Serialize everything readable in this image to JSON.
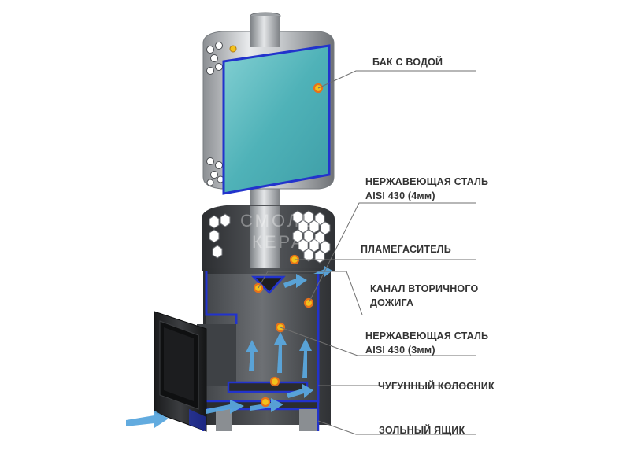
{
  "labels": {
    "tank": "БАК С ВОДОЙ",
    "steel4_line1": "НЕРЖАВЕЮЩАЯ СТАЛЬ",
    "steel4_line2": "AISI 430  (4мм)",
    "flame_arrester": "ПЛАМЕГАСИТЕЛЬ",
    "secondary_line1": "КАНАЛ ВТОРИЧНОГО",
    "secondary_line2": "ДОЖИГА",
    "steel3_line1": "НЕРЖАВЕЮЩАЯ СТАЛЬ",
    "steel3_line2": "AISI 430  (3мм)",
    "grate": "ЧУГУННЫЙ КОЛОСНИК",
    "ash_box": "ЗОЛЬНЫЙ ЯЩИК"
  },
  "colors": {
    "water": "#5fb9c0",
    "steel_outline": "#2233cc",
    "marker_fill": "#f3c21c",
    "marker_ring": "#e7721a",
    "air_arrow": "#5aa6dd",
    "label_text": "#333333"
  },
  "watermark": {
    "line1": "СМОЛЕ",
    "line2": "КЕРАМ"
  }
}
